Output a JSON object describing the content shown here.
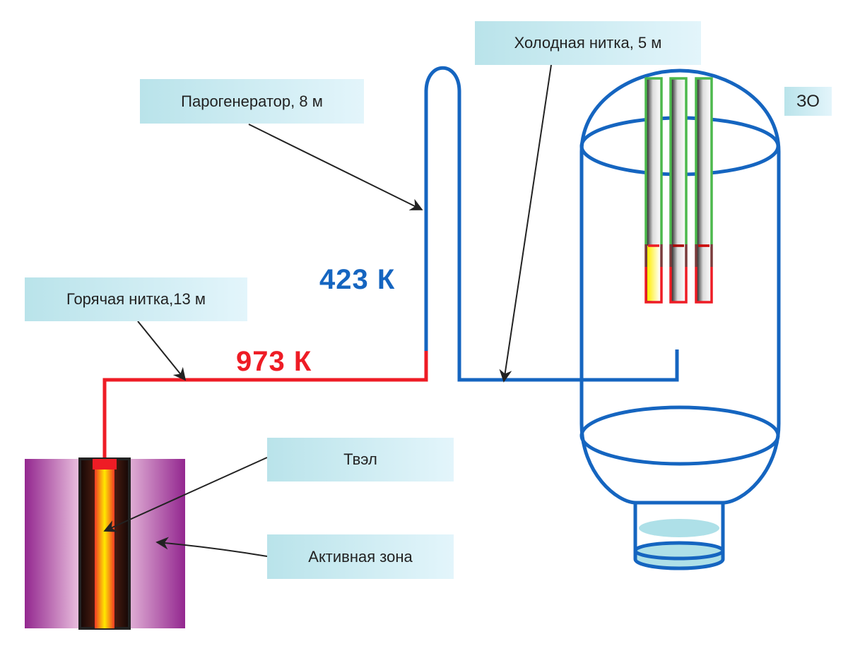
{
  "labels": {
    "steam_generator": "Парогенератор, 8 м",
    "cold_leg": "Холодная нитка, 5 м",
    "zo": "ЗО",
    "hot_leg": "Горячая нитка,13 м",
    "fuel_element": "Твэл",
    "active_zone": "Активная зона"
  },
  "temperatures": {
    "cold": "423 К",
    "hot": "973 К"
  },
  "colors": {
    "cold_pipe": "#1565c0",
    "hot_pipe": "#ee1c25",
    "core": "#93278f",
    "rod_green": "#4cb84c"
  }
}
